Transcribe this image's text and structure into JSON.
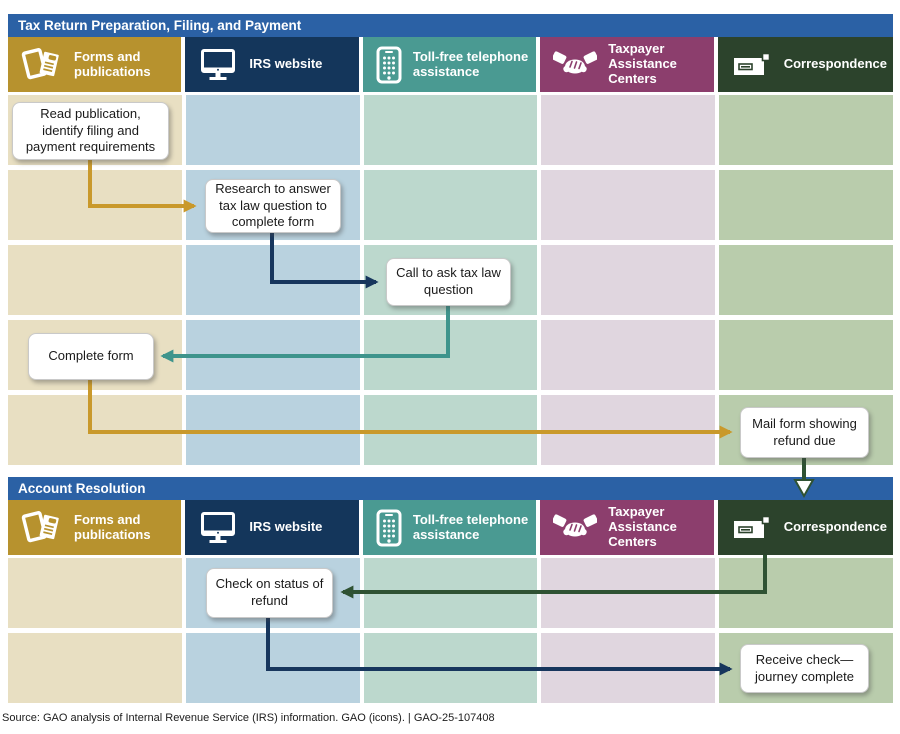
{
  "sections": [
    {
      "title": "Tax Return Preparation, Filing, and Payment"
    },
    {
      "title": "Account Resolution"
    }
  ],
  "channels": [
    {
      "label": "Forms and publications",
      "icon": "forms-icon",
      "header_color": "#B7922E",
      "cell_color": "#E8DFC2"
    },
    {
      "label": "IRS website",
      "icon": "monitor-icon",
      "header_color": "#14365B",
      "cell_color": "#B9D2DF"
    },
    {
      "label": "Toll-free telephone assistance",
      "icon": "phone-icon",
      "header_color": "#4A9A92",
      "cell_color": "#BCD8CD"
    },
    {
      "label": "Taxpayer Assistance Centers",
      "icon": "handshake-icon",
      "header_color": "#8C3E6D",
      "cell_color": "#E0D6DF"
    },
    {
      "label": "Correspondence",
      "icon": "envelope-icon",
      "header_color": "#2C432C",
      "cell_color": "#B9CCAC"
    }
  ],
  "steps": [
    {
      "text": "Read publication, identify filing and payment requirements",
      "section": "Tax Return Preparation, Filing, and Payment",
      "channel": "Forms and publications"
    },
    {
      "text": "Research to answer tax law question to complete form",
      "section": "Tax Return Preparation, Filing, and Payment",
      "channel": "IRS website"
    },
    {
      "text": "Call to ask tax law question",
      "section": "Tax Return Preparation, Filing, and Payment",
      "channel": "Toll-free telephone assistance"
    },
    {
      "text": "Complete form",
      "section": "Tax Return Preparation, Filing, and Payment",
      "channel": "Forms and publications"
    },
    {
      "text": "Mail form showing refund due",
      "section": "Tax Return Preparation, Filing, and Payment",
      "channel": "Correspondence"
    },
    {
      "text": "Check on status of refund",
      "section": "Account Resolution",
      "channel": "IRS website"
    },
    {
      "text": "Receive check—journey complete",
      "section": "Account Resolution",
      "channel": "Correspondence"
    }
  ],
  "connections": [
    {
      "from": "Read publication, identify filing and payment requirements",
      "to": "Research to answer tax law question to complete form",
      "color": "#C9992B"
    },
    {
      "from": "Research to answer tax law question to complete form",
      "to": "Call to ask tax law question",
      "color": "#17365D"
    },
    {
      "from": "Call to ask tax law question",
      "to": "Complete form",
      "color": "#3E948C"
    },
    {
      "from": "Complete form",
      "to": "Mail form showing refund due",
      "color": "#C9992B"
    },
    {
      "from": "Mail form showing refund due",
      "to": "Account Resolution / Correspondence",
      "color": "#2F5233",
      "head": "open"
    },
    {
      "from": "Account Resolution / Correspondence",
      "to": "Check on status of refund",
      "color": "#2F5233"
    },
    {
      "from": "Check on status of refund",
      "to": "Receive check—journey complete",
      "color": "#17365D"
    }
  ],
  "colors": {
    "title_bar_blue": "#2B61A5",
    "arrow_gold": "#C9992B",
    "arrow_navy": "#17365D",
    "arrow_teal": "#3E948C",
    "arrow_green": "#2F5233"
  },
  "source_note": "Source: GAO analysis of Internal Revenue Service (IRS) information. GAO (icons).  |  GAO-25-107408"
}
